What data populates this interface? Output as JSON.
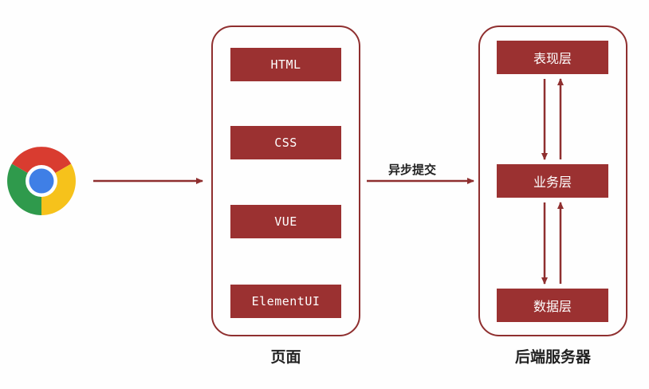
{
  "browser_icon": {
    "icon": "chrome-browser-icon",
    "colors": {
      "red": "#d93c30",
      "yellow": "#f6c21b",
      "green": "#2f9a4c",
      "blue": "#3f7fe6"
    }
  },
  "page_panel": {
    "items": [
      "HTML",
      "CSS",
      "VUE",
      "ElementUI"
    ],
    "caption": "页面"
  },
  "connector": {
    "label": "异步提交"
  },
  "server_panel": {
    "layers": [
      "表现层",
      "业务层",
      "数据层"
    ],
    "caption": "后端服务器"
  },
  "colors": {
    "accent": "#9b3131",
    "border": "#8f2f2f",
    "text": "#222222"
  }
}
